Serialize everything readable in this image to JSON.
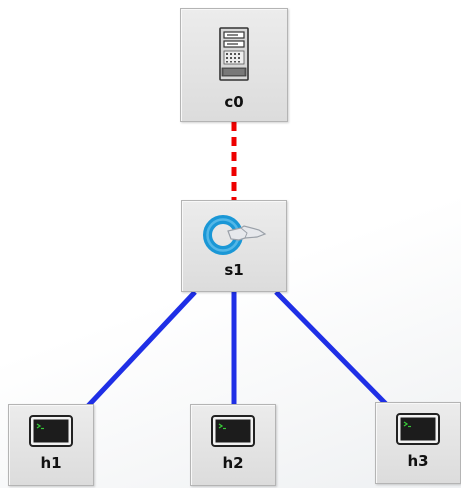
{
  "diagram": {
    "colors": {
      "controller_link": "#ee0000",
      "switch_link": "#1f2fe6",
      "node_bg": "#e2e2e2",
      "terminal_screen": "#1c1c1c",
      "terminal_prompt": "#37c837",
      "switch_blue": "#1a97d6"
    },
    "nodes": [
      {
        "id": "c0",
        "label": "c0",
        "type": "controller",
        "icon": "server-icon"
      },
      {
        "id": "s1",
        "label": "s1",
        "type": "switch",
        "icon": "switch-icon"
      },
      {
        "id": "h1",
        "label": "h1",
        "type": "host",
        "icon": "terminal-icon"
      },
      {
        "id": "h2",
        "label": "h2",
        "type": "host",
        "icon": "terminal-icon"
      },
      {
        "id": "h3",
        "label": "h3",
        "type": "host",
        "icon": "terminal-icon"
      }
    ],
    "links": [
      {
        "from": "c0",
        "to": "s1",
        "style": "dashed",
        "color": "#ee0000"
      },
      {
        "from": "s1",
        "to": "h1",
        "style": "solid",
        "color": "#1f2fe6"
      },
      {
        "from": "s1",
        "to": "h2",
        "style": "solid",
        "color": "#1f2fe6"
      },
      {
        "from": "s1",
        "to": "h3",
        "style": "solid",
        "color": "#1f2fe6"
      }
    ]
  }
}
